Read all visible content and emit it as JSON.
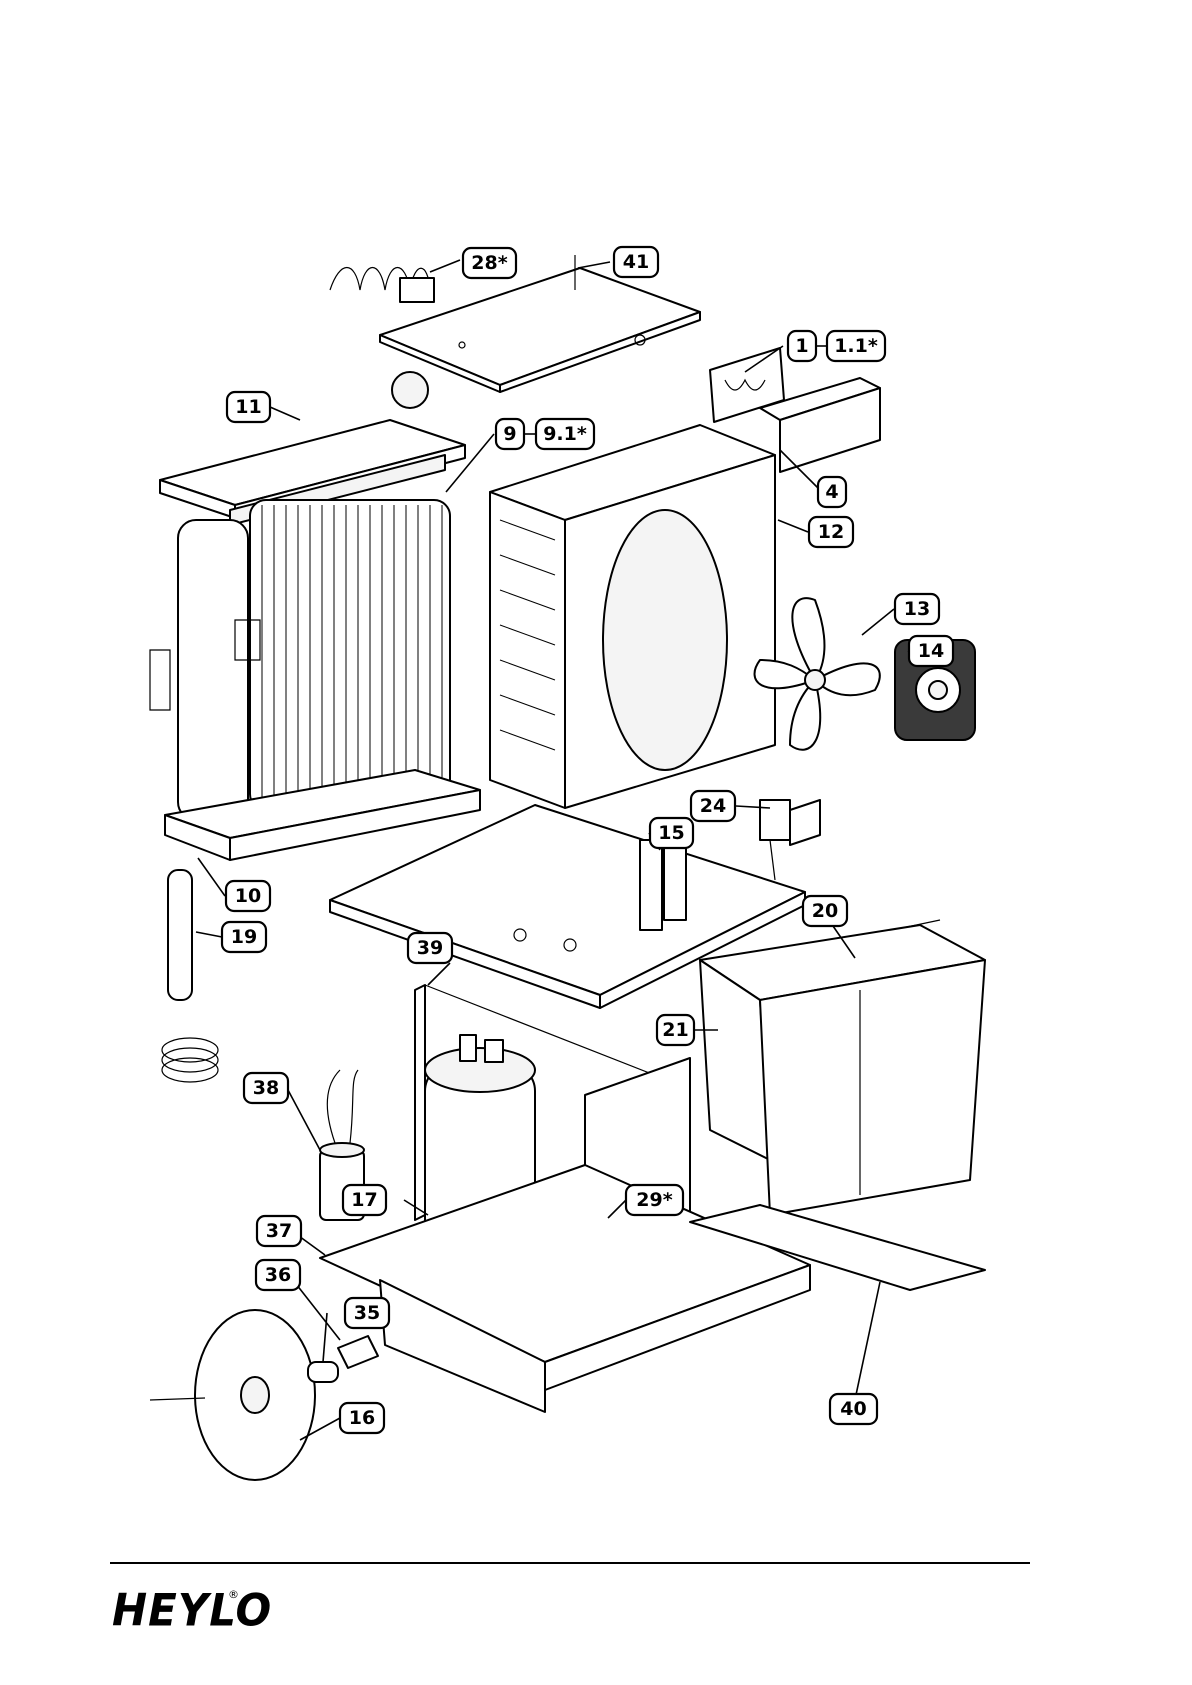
{
  "diagram": {
    "callouts": [
      {
        "id": "28",
        "label": "28*"
      },
      {
        "id": "41",
        "label": "41"
      },
      {
        "id": "1",
        "label": "1"
      },
      {
        "id": "1.1",
        "label": "1.1*"
      },
      {
        "id": "11",
        "label": "11"
      },
      {
        "id": "9",
        "label": "9"
      },
      {
        "id": "9.1",
        "label": "9.1*"
      },
      {
        "id": "4",
        "label": "4"
      },
      {
        "id": "12",
        "label": "12"
      },
      {
        "id": "13",
        "label": "13"
      },
      {
        "id": "14",
        "label": "14"
      },
      {
        "id": "24",
        "label": "24"
      },
      {
        "id": "15",
        "label": "15"
      },
      {
        "id": "10",
        "label": "10"
      },
      {
        "id": "19",
        "label": "19"
      },
      {
        "id": "20",
        "label": "20"
      },
      {
        "id": "39",
        "label": "39"
      },
      {
        "id": "21",
        "label": "21"
      },
      {
        "id": "38",
        "label": "38"
      },
      {
        "id": "17",
        "label": "17"
      },
      {
        "id": "29",
        "label": "29*"
      },
      {
        "id": "37",
        "label": "37"
      },
      {
        "id": "36",
        "label": "36"
      },
      {
        "id": "35",
        "label": "35"
      },
      {
        "id": "16",
        "label": "16"
      },
      {
        "id": "40",
        "label": "40"
      }
    ]
  },
  "footer": {
    "brand": "HEYLO",
    "registered_mark": "®"
  }
}
